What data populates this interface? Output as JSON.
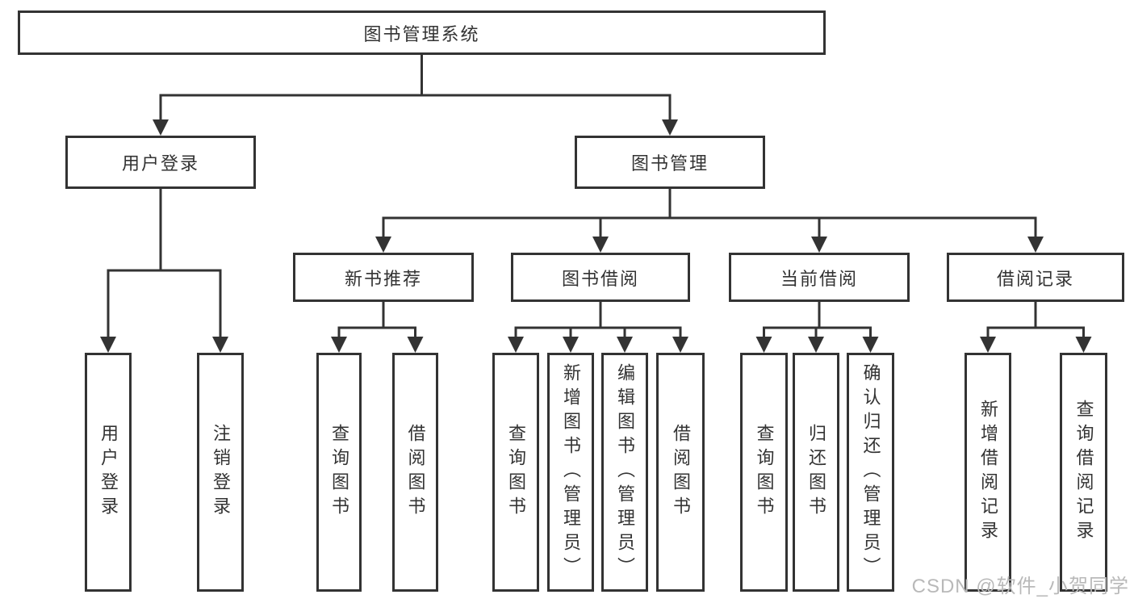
{
  "page": {
    "background": "#ffffff"
  },
  "watermark": {
    "text": "CSDN @软件_小贺同学",
    "color": "#b9b9b9"
  },
  "diagram": {
    "type": "hierarchy-tree",
    "title": "图书管理系统",
    "colors": {
      "line": "#333333",
      "box_background": "#ffffff",
      "text": "#333333"
    },
    "nodes": [
      {
        "id": "root",
        "label": "图书管理系统",
        "direction": "horizontal",
        "parent": null
      },
      {
        "id": "user-login",
        "label": "用户登录",
        "direction": "horizontal",
        "parent": "root"
      },
      {
        "id": "book-management",
        "label": "图书管理",
        "direction": "horizontal",
        "parent": "root"
      },
      {
        "id": "user-login-action",
        "label": "用户登录",
        "direction": "vertical",
        "parent": "user-login"
      },
      {
        "id": "logout",
        "label": "注销登录",
        "direction": "vertical",
        "parent": "user-login"
      },
      {
        "id": "new-book-recommend",
        "label": "新书推荐",
        "direction": "horizontal",
        "parent": "book-management"
      },
      {
        "id": "book-borrowing",
        "label": "图书借阅",
        "direction": "horizontal",
        "parent": "book-management"
      },
      {
        "id": "current-borrowing",
        "label": "当前借阅",
        "direction": "horizontal",
        "parent": "book-management"
      },
      {
        "id": "borrowing-records",
        "label": "借阅记录",
        "direction": "horizontal",
        "parent": "book-management"
      },
      {
        "id": "query-books-recommend",
        "label": "查询图书",
        "direction": "vertical",
        "parent": "new-book-recommend"
      },
      {
        "id": "borrow-books-recommend",
        "label": "借阅图书",
        "direction": "vertical",
        "parent": "new-book-recommend"
      },
      {
        "id": "query-books-borrowing",
        "label": "查询图书",
        "direction": "vertical",
        "parent": "book-borrowing"
      },
      {
        "id": "add-books-admin",
        "label": "新增图书（管理员）",
        "direction": "vertical",
        "parent": "book-borrowing"
      },
      {
        "id": "edit-books-admin",
        "label": "编辑图书（管理员）",
        "direction": "vertical",
        "parent": "book-borrowing"
      },
      {
        "id": "borrow-books-borrowing",
        "label": "借阅图书",
        "direction": "vertical",
        "parent": "book-borrowing"
      },
      {
        "id": "query-books-current",
        "label": "查询图书",
        "direction": "vertical",
        "parent": "current-borrowing"
      },
      {
        "id": "return-books",
        "label": "归还图书",
        "direction": "vertical",
        "parent": "current-borrowing"
      },
      {
        "id": "confirm-return-admin",
        "label": "确认归还（管理员）",
        "direction": "vertical",
        "parent": "current-borrowing"
      },
      {
        "id": "add-borrow-record",
        "label": "新增借阅记录",
        "direction": "vertical",
        "parent": "borrowing-records"
      },
      {
        "id": "query-borrow-record",
        "label": "查询借阅记录",
        "direction": "vertical",
        "parent": "borrowing-records"
      }
    ]
  }
}
